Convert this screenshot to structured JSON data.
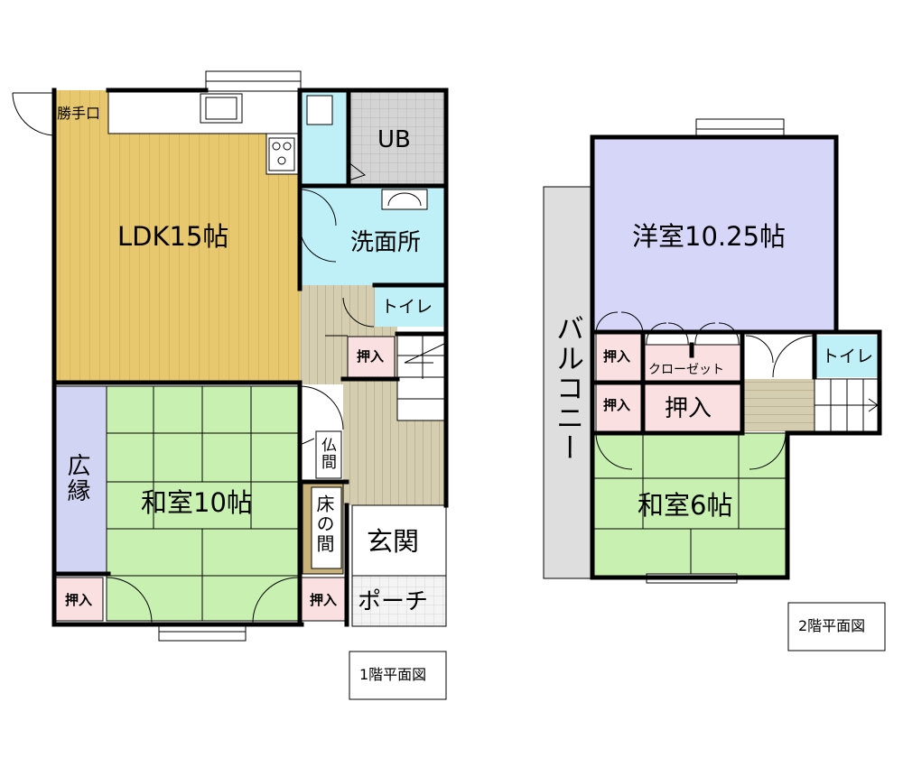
{
  "floor1": {
    "caption": "1階平面図",
    "rooms": {
      "katteguchi": "勝手口",
      "ldk": "LDK15帖",
      "ub": "UB",
      "senmen": "洗面所",
      "toilet": "トイレ",
      "oshiire_hall": "押入",
      "butsuma": "仏間",
      "tokonoma": "床の間",
      "hiroen": "広縁",
      "washitsu": "和室10帖",
      "genkan": "玄関",
      "porch": "ポーチ",
      "oshiire_left": "押入",
      "oshiire_right": "押入"
    }
  },
  "floor2": {
    "caption": "2階平面図",
    "rooms": {
      "youshitsu": "洋室10.25帖",
      "balcony": "バルコニー",
      "oshiire_a": "押入",
      "closet": "クローゼット",
      "toilet": "トイレ",
      "oshiire_b": "押入",
      "oshiire_c": "押入",
      "washitsu": "和室6帖"
    }
  },
  "colors": {
    "ldk_floor": "#e8c86e",
    "tatami": "#c8f0b0",
    "hiroen": "#d2d4f4",
    "wet": "#bff0f7",
    "ub": "#d4d4d4",
    "youshitsu": "#d6d6f8",
    "oshiire": "#fae0e0",
    "hall": "#d4cdb0",
    "tokonoma": "#c9b27a",
    "balcony": "#dedede",
    "wall": "#000000"
  }
}
